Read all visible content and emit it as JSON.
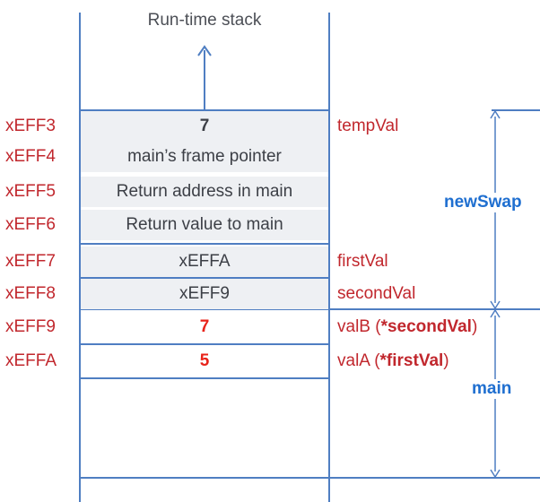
{
  "title": "Run-time stack",
  "rows": [
    {
      "address": "xEFF3",
      "value": "7",
      "style": "bold",
      "label": "tempVal"
    },
    {
      "address": "xEFF4",
      "value": "main’s frame pointer",
      "style": "normal",
      "label": ""
    },
    {
      "address": "xEFF5",
      "value": "Return address in main",
      "style": "normal",
      "label": ""
    },
    {
      "address": "xEFF6",
      "value": "Return value to main",
      "style": "normal",
      "label": ""
    },
    {
      "address": "xEFF7",
      "value": "xEFFA",
      "style": "normal",
      "label": "firstVal"
    },
    {
      "address": "xEFF8",
      "value": "xEFF9",
      "style": "normal",
      "label": "secondVal"
    },
    {
      "address": "xEFF9",
      "value": "7",
      "style": "red",
      "label_prefix": "valB (",
      "label_bold": "*secondVal",
      "label_suffix": ")"
    },
    {
      "address": "xEFFA",
      "value": "5",
      "style": "red",
      "label_prefix": "valA (",
      "label_bold": "*firstVal",
      "label_suffix": ")"
    }
  ],
  "frames": {
    "newswap": "newSwap",
    "main": "main"
  },
  "colors": {
    "line": "#4f7ec2",
    "address": "#c1272d",
    "highlight_value": "#e8231a",
    "frame_label": "#1f6fd0",
    "cell_bg": "#eef0f3"
  }
}
